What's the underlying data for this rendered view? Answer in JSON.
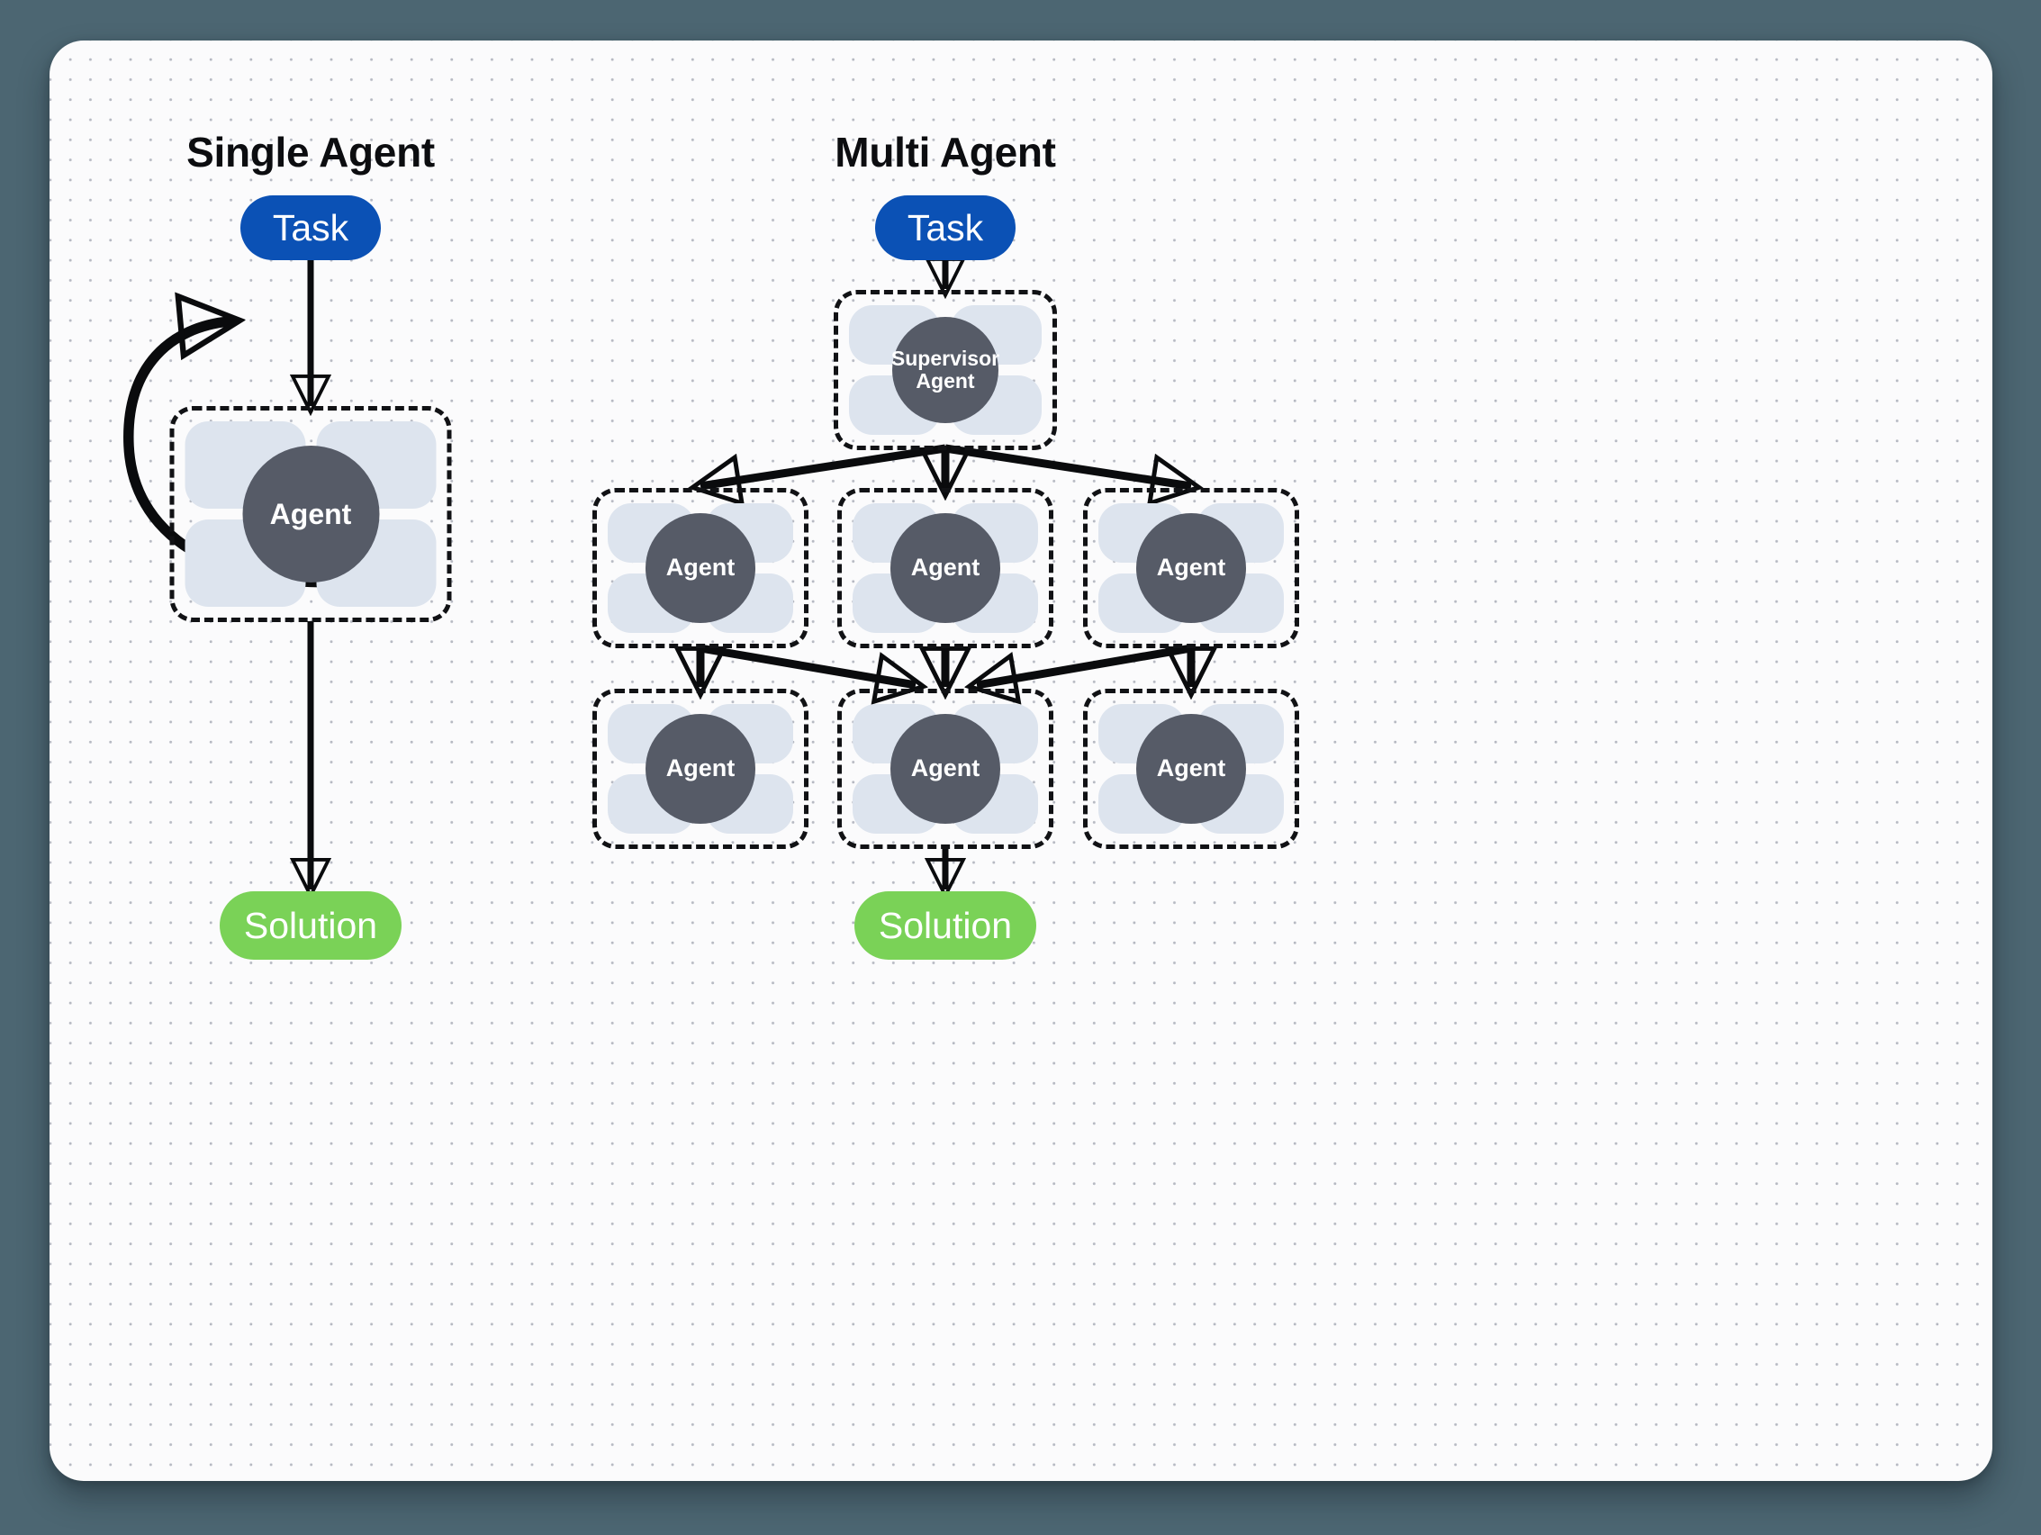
{
  "diagram": {
    "title": "Single Agent vs Multi Agent architecture",
    "canvas": {
      "background_color": "#fbfbfc",
      "outer_background_color": "#4c6672",
      "grid": "dotted"
    },
    "colors": {
      "task_pill": "#0b51b5",
      "solution_pill": "#7ad257",
      "agent_circle": "#565b67",
      "agent_petal": "#dde4ee",
      "dashed_border": "#111215",
      "arrow": "#0a0b0d",
      "title_text": "#0c0d10",
      "pill_text": "#ffffff"
    }
  },
  "columns": [
    {
      "id": "single-agent",
      "title": "Single Agent",
      "nodes": {
        "task": "Task",
        "agent": "Agent",
        "solution": "Solution"
      },
      "edges": [
        "task-to-agent",
        "agent-self-loop",
        "agent-to-solution"
      ]
    },
    {
      "id": "multi-agent",
      "title": "Multi Agent",
      "nodes": {
        "task": "Task",
        "supervisor": "Supervisor\nAgent",
        "supervisor_line1": "Supervisor",
        "supervisor_line2": "Agent",
        "agent": "Agent",
        "solution": "Solution"
      },
      "row_middle": [
        "Agent",
        "Agent",
        "Agent"
      ],
      "row_bottom": [
        "Agent",
        "Agent",
        "Agent"
      ],
      "edges": [
        "task-to-supervisor",
        "supervisor-to-agent-left",
        "supervisor-to-agent-center",
        "supervisor-to-agent-right",
        "agent-left-to-below",
        "agent-left-to-center-below",
        "agent-center-to-below",
        "agent-right-to-below",
        "agent-right-to-center-below",
        "agent-center-to-solution"
      ]
    }
  ]
}
